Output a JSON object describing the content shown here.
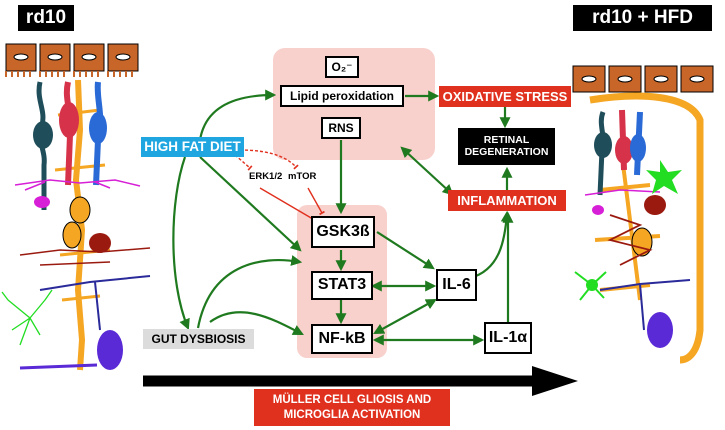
{
  "panels": {
    "left_title": "rd10",
    "right_title": "rd10 + HFD"
  },
  "nodes": {
    "o2": "O₂⁻",
    "lipid": "Lipid peroxidation",
    "rns": "RNS",
    "oxidative_stress": "OXIDATIVE STRESS",
    "retinal_degeneration_1": "RETINAL",
    "retinal_degeneration_2": "DEGENERATION",
    "inflammation": "INFLAMMATION",
    "high_fat_diet": "HIGH FAT DIET",
    "erk": "ERK1/2",
    "mtor": "mTOR",
    "gsk": "GSK3ß",
    "stat3": "STAT3",
    "nfkb": "NF-kB",
    "il6": "IL-6",
    "il1a": "IL-1α",
    "gut_dysbiosis": "GUT DYSBIOSIS",
    "muller_1": "MÜLLER CELL GLIOSIS AND",
    "muller_2": "MICROGLIA ACTIVATION"
  },
  "colors": {
    "arrow_green": "#1f7a1f",
    "inhibit_red": "#e0301e",
    "pink_bg": "#f8d0cc",
    "photoreceptor_brown": "#c8662a",
    "rod_teal": "#1f4e5a",
    "cone_red": "#d6334a",
    "cone_blue": "#2a6ad6",
    "muller_orange": "#f5a623",
    "bipolar_magenta": "#d61fd6",
    "horizontal_darkred": "#9a1a10",
    "amacrine_navy": "#2a2a9a",
    "microglia_green": "#22dd22",
    "ganglion_purple": "#5a2ad6"
  }
}
